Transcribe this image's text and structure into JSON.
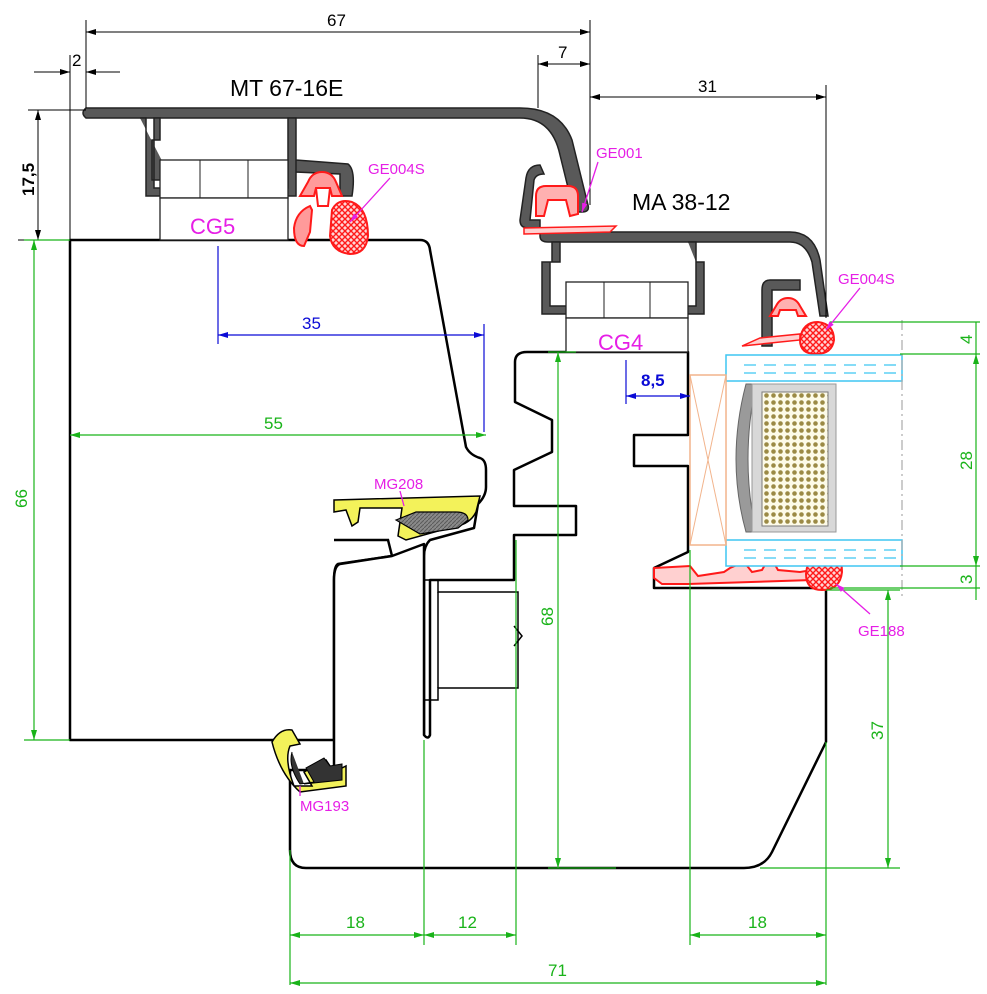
{
  "profiles": {
    "sash_profile": "MT 67-16E",
    "bead_profile": "MA 38-12"
  },
  "gaskets": {
    "ge004s_top": "GE004S",
    "ge001": "GE001",
    "ge004s_right": "GE004S",
    "ge188": "GE188",
    "mg208": "MG208",
    "mg193": "MG193"
  },
  "inserts": {
    "cg5": "CG5",
    "cg4": "CG4"
  },
  "dimensions": {
    "top_67": "67",
    "top_2": "2",
    "top_7": "7",
    "top_31": "31",
    "left_17_5": "17,5",
    "left_66": "66",
    "mid_35": "35",
    "mid_55": "55",
    "mid_8_5": "8,5",
    "mid_68": "68",
    "right_4": "4",
    "right_28": "28",
    "right_3": "3",
    "right_37": "37",
    "bottom_18_left": "18",
    "bottom_12": "12",
    "bottom_18_right": "18",
    "bottom_71": "71"
  },
  "colors": {
    "profile_fill": "#595959",
    "gasket_red": "#ff1a1a",
    "dim_green": "#19b319",
    "dim_blue": "#0a0ad6",
    "label_magenta": "#e61ee6",
    "seal_yellow": "#f3f25a",
    "glass_cyan": "#3fc6f2",
    "unit_orange": "#f2b48c",
    "core_olive": "#9b8a45"
  }
}
